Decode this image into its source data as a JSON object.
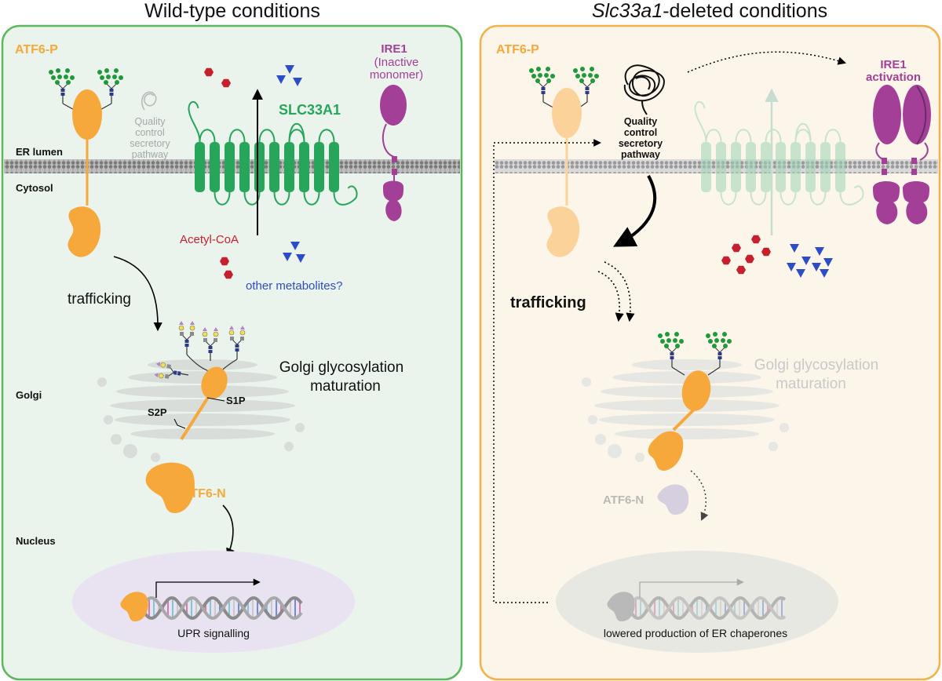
{
  "colors": {
    "orange": "#f6a83b",
    "green": "#27a55b",
    "magenta": "#a43f97",
    "red_metabolite": "#c6202e",
    "blue_metabolite": "#2d4cc8",
    "left_bg": "#eaf4ec",
    "left_border": "#5cb85c",
    "right_bg": "#fcf5ea",
    "right_border": "#f3b24a"
  },
  "left": {
    "title": "Wild-type conditions",
    "atf6p": "ATF6-P",
    "ire1_line1": "IRE1",
    "ire1_line2": "(Inactive",
    "ire1_line3": "monomer)",
    "qc1": "Quality",
    "qc2": "control",
    "qc3": "secretory",
    "qc4": "pathway",
    "er_lumen": "ER lumen",
    "cytosol": "Cytosol",
    "slc": "SLC33A1",
    "acetyl": "Acetyl-CoA",
    "other": "other metabolites?",
    "trafficking": "trafficking",
    "golgi": "Golgi",
    "golgi_glyc1": "Golgi glycosylation",
    "golgi_glyc2": "maturation",
    "s2p": "S2P",
    "s1p": "S1P",
    "atf6n": "ATF6-N",
    "nucleus": "Nucleus",
    "upr": "UPR signalling"
  },
  "right": {
    "title_italic": "Slc33a1",
    "title_rest": "-deleted conditions",
    "atf6p": "ATF6-P",
    "ire1_line1": "IRE1",
    "ire1_line2": "activation",
    "qc1": "Quality",
    "qc2": "control",
    "qc3": "secretory",
    "qc4": "pathway",
    "trafficking": "trafficking",
    "golgi_glyc1": "Golgi glycosylation",
    "golgi_glyc2": "maturation",
    "atf6n": "ATF6-N",
    "lowered": "lowered production of ER chaperones"
  }
}
